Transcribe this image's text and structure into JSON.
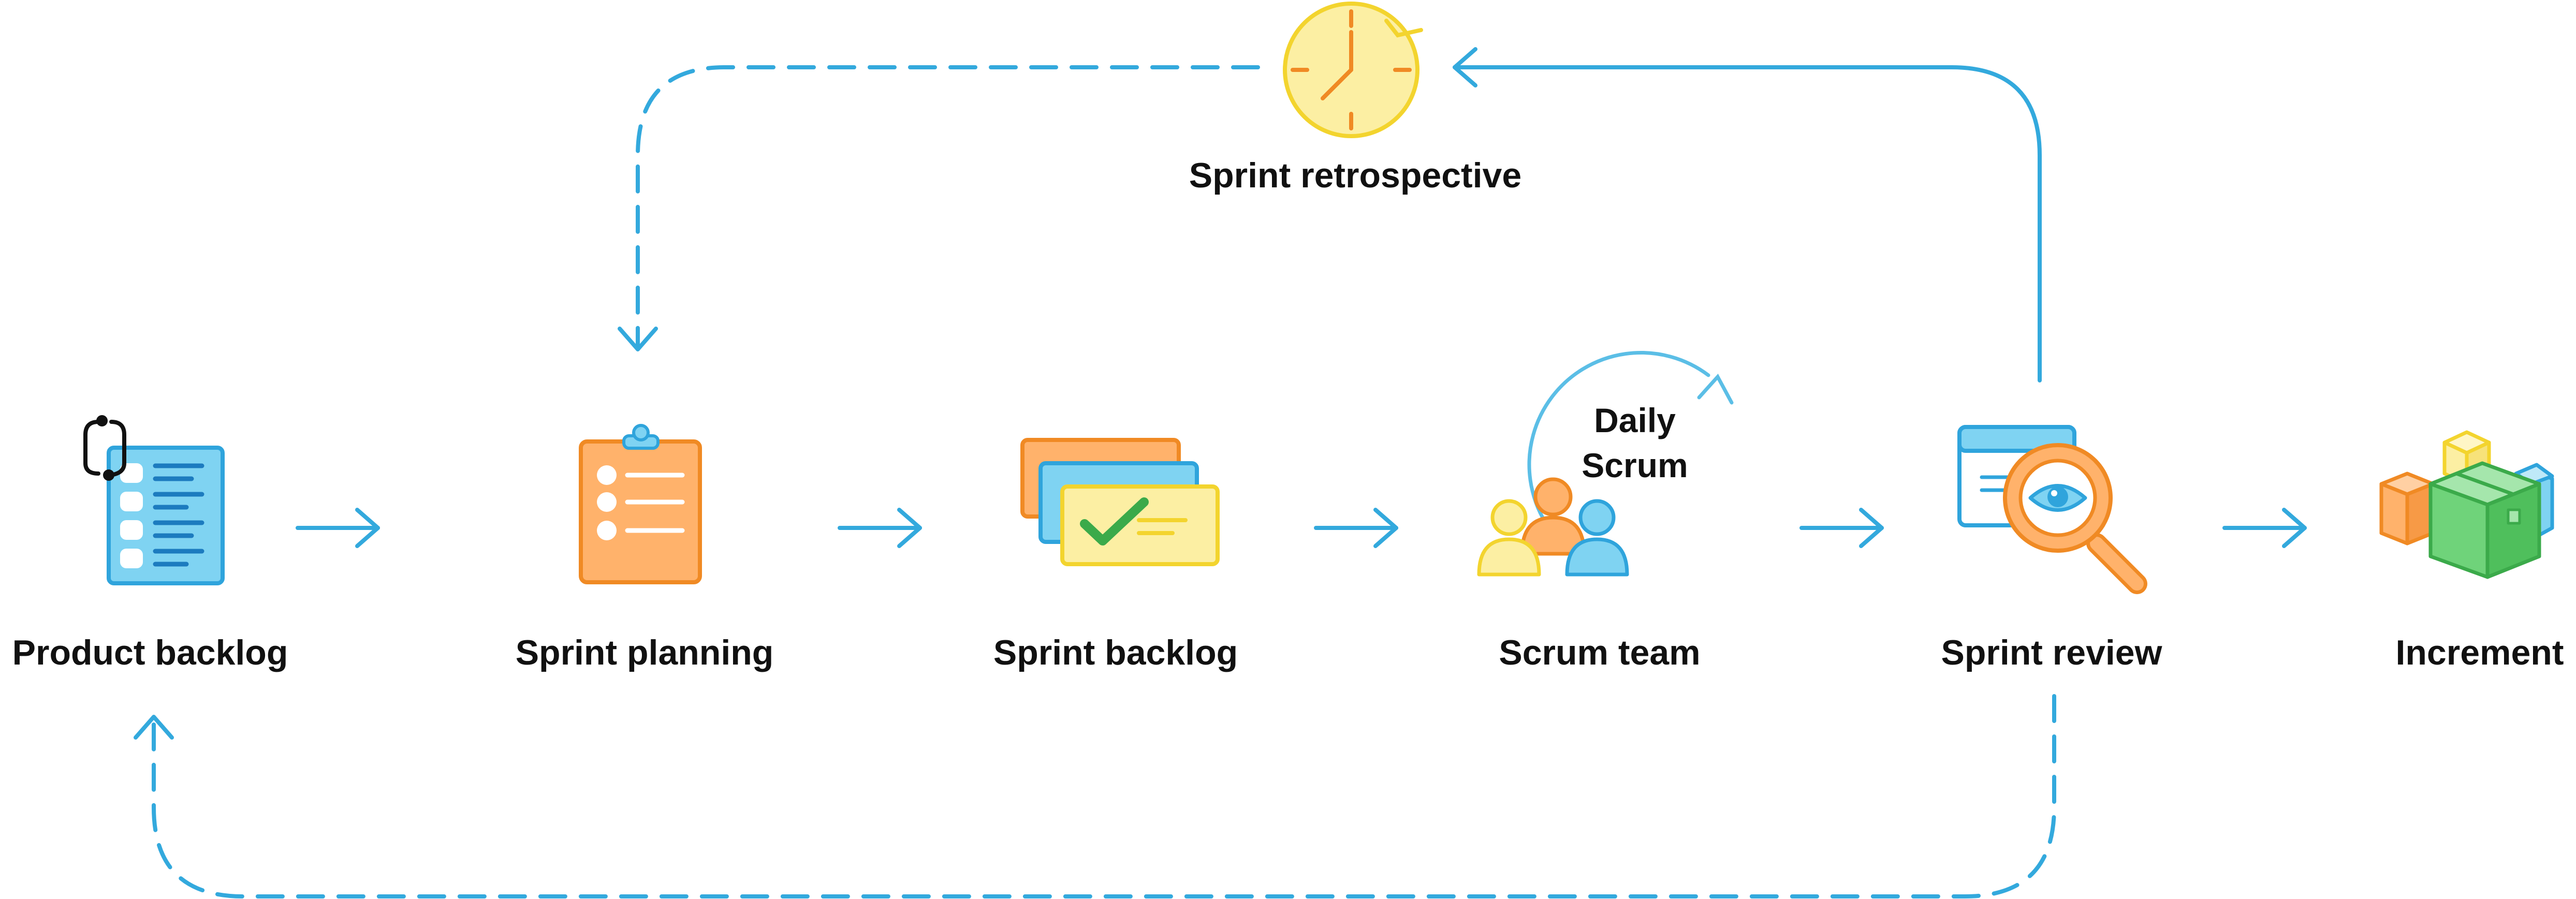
{
  "diagram": {
    "steps": [
      {
        "label": "Product backlog",
        "icon": "product-backlog-icon"
      },
      {
        "label": "Sprint planning",
        "icon": "clipboard-icon"
      },
      {
        "label": "Sprint backlog",
        "icon": "task-cards-icon"
      },
      {
        "label": "Scrum team",
        "icon": "team-icon"
      },
      {
        "label": "Sprint review",
        "icon": "magnifier-eye-icon"
      },
      {
        "label": "Increment",
        "icon": "boxes-icon"
      }
    ],
    "retrospective": {
      "label": "Sprint retrospective",
      "icon": "clock-icon"
    },
    "daily_scrum": {
      "line1": "Daily",
      "line2": "Scrum"
    },
    "colors": {
      "arrow": "#33A9DD",
      "blue_fill": "#7FD3F2",
      "blue_stroke": "#2FA4DC",
      "navy": "#1C7BBF",
      "orange_fill": "#FFB26B",
      "orange_stroke": "#F08A24",
      "yellow_fill": "#FCEFA3",
      "yellow_stroke": "#F3D42E",
      "green_fill": "#6FD37A",
      "green_stroke": "#3BAA4A",
      "text": "#111111"
    }
  }
}
